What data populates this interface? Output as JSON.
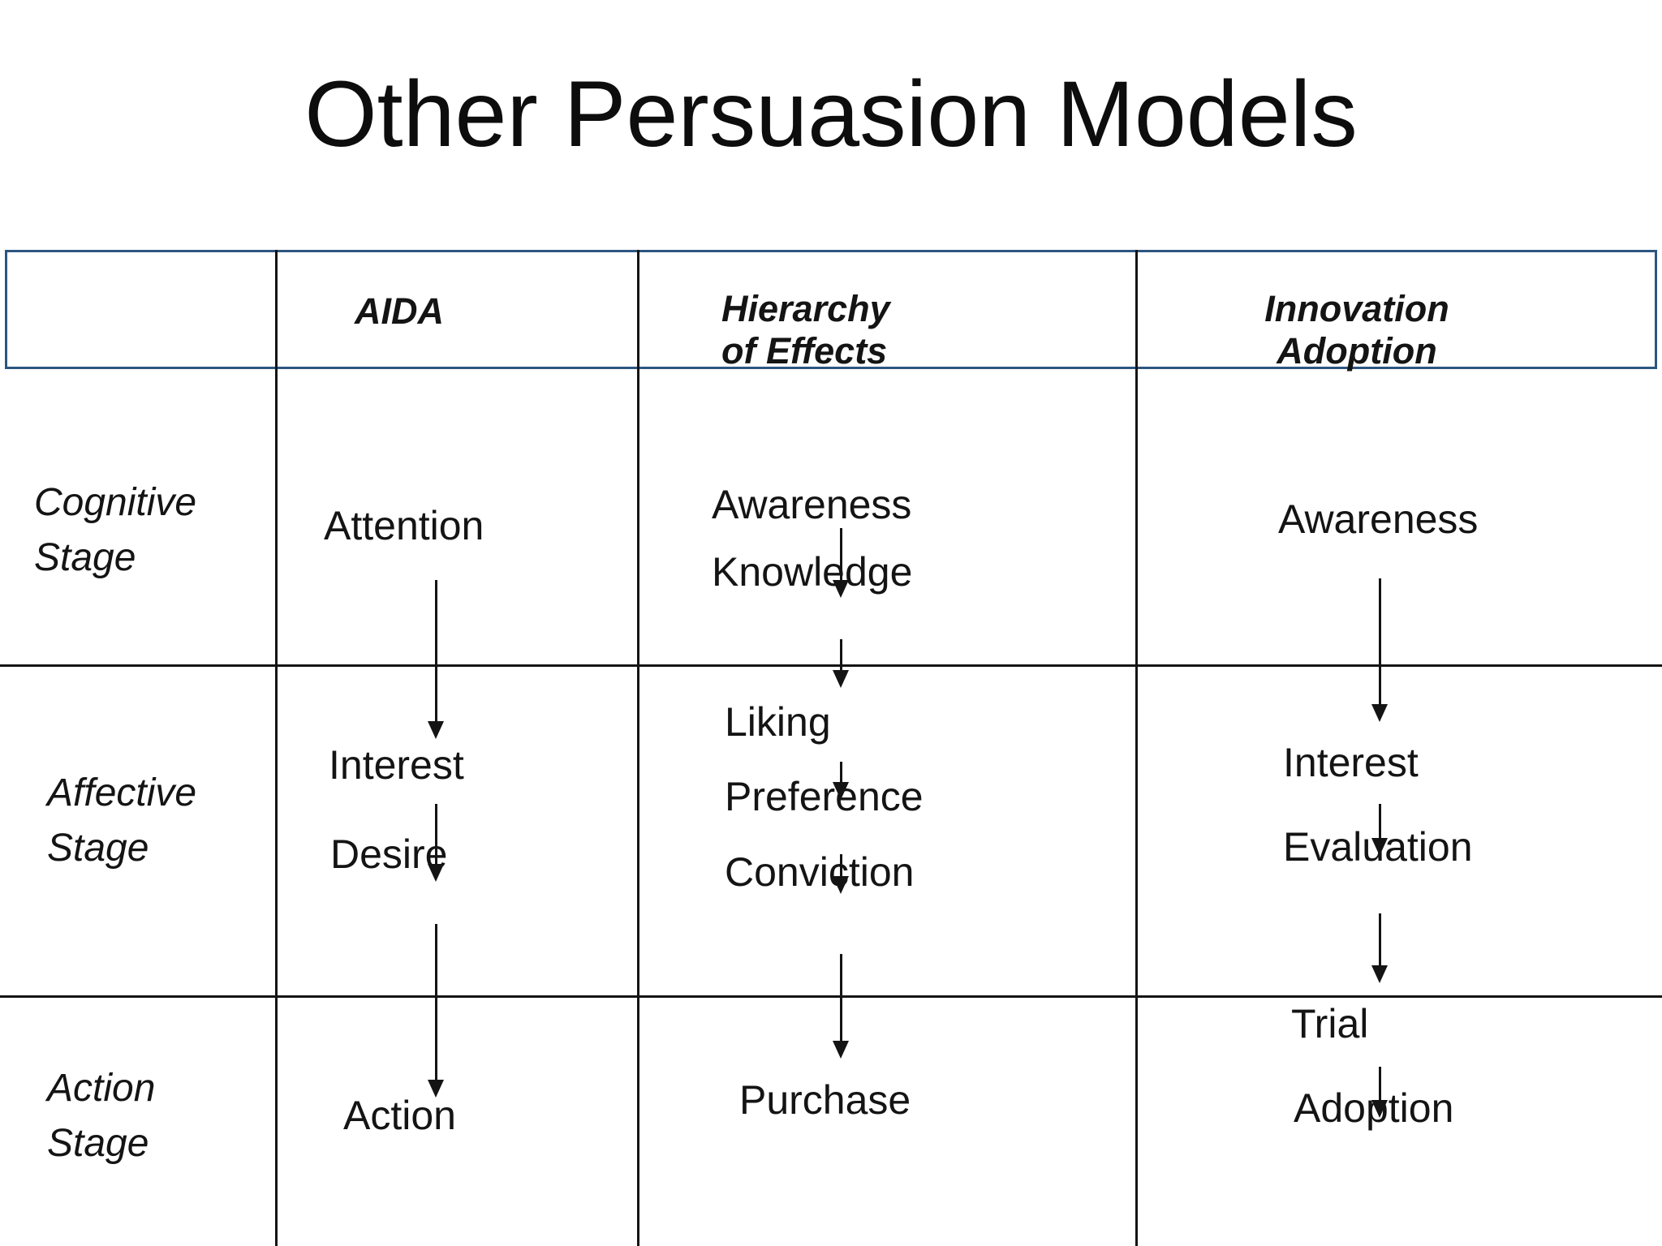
{
  "title": "Other Persuasion Models",
  "stage_row_labels": {
    "cognitive": "Cognitive\nStage",
    "affective": "Affective\nStage",
    "action": "Action\nStage"
  },
  "models": {
    "aida": {
      "header": "AIDA",
      "stages": {
        "attention": "Attention",
        "interest": "Interest",
        "desire": "Desire",
        "action": "Action"
      }
    },
    "hierarchy_of_effects": {
      "header": "Hierarchy\nof Effects",
      "stages": {
        "awareness": "Awareness",
        "knowledge": "Knowledge",
        "liking": "Liking",
        "preference": "Preference",
        "conviction": "Conviction",
        "purchase": "Purchase"
      }
    },
    "innovation_adoption": {
      "header": "Innovation\nAdoption",
      "stages": {
        "awareness": "Awareness",
        "interest": "Interest",
        "evaluation": "Evaluation",
        "trial": "Trial",
        "adoption": "Adoption"
      }
    }
  },
  "colors": {
    "background": "#ffffff",
    "text": "#141414",
    "grid_line": "#141414",
    "header_border": "#2d5580"
  }
}
